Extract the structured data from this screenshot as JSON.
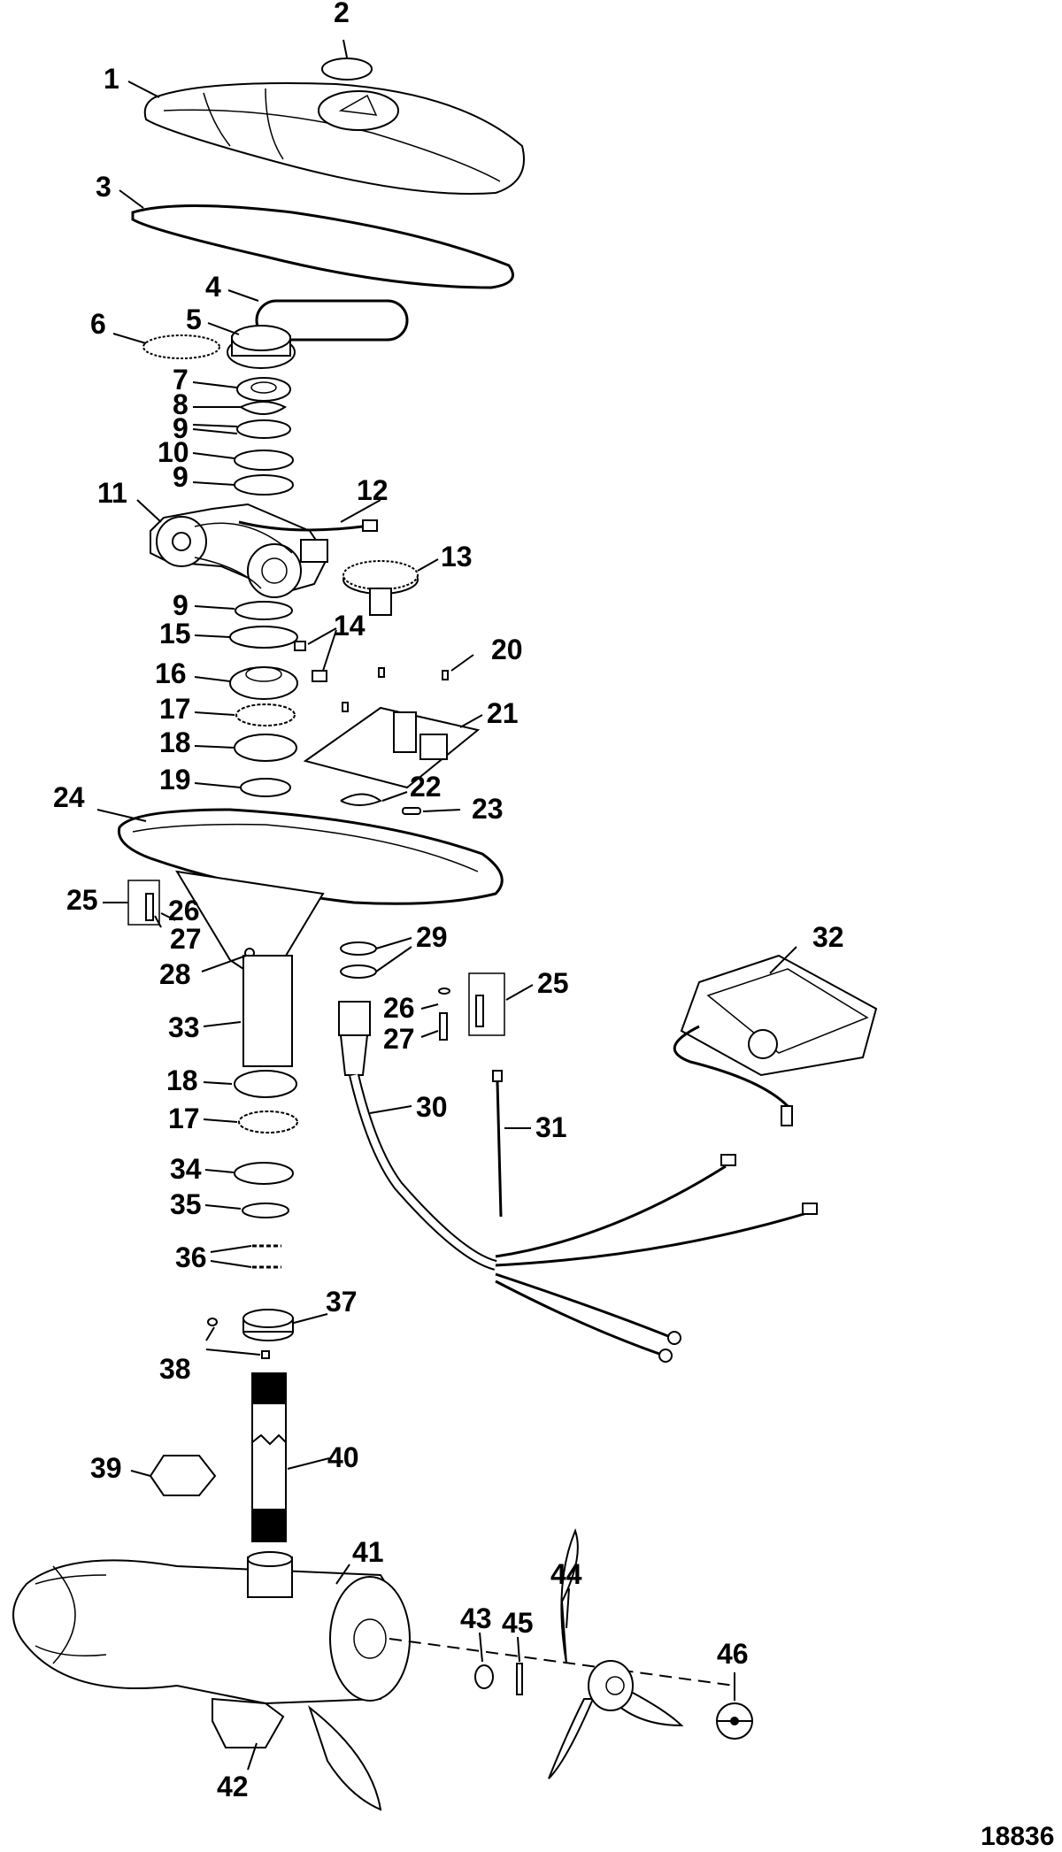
{
  "figure_number": "18836",
  "callouts": [
    "1",
    "2",
    "3",
    "4",
    "5",
    "6",
    "7",
    "8",
    "9",
    "9",
    "10",
    "9",
    "11",
    "12",
    "13",
    "9",
    "15",
    "14",
    "16",
    "20",
    "17",
    "21",
    "18",
    "19",
    "22",
    "23",
    "24",
    "25",
    "26",
    "27",
    "28",
    "29",
    "32",
    "25",
    "26",
    "27",
    "33",
    "18",
    "30",
    "17",
    "31",
    "34",
    "35",
    "36",
    "37",
    "38",
    "39",
    "40",
    "41",
    "44",
    "43",
    "45",
    "46",
    "42"
  ]
}
